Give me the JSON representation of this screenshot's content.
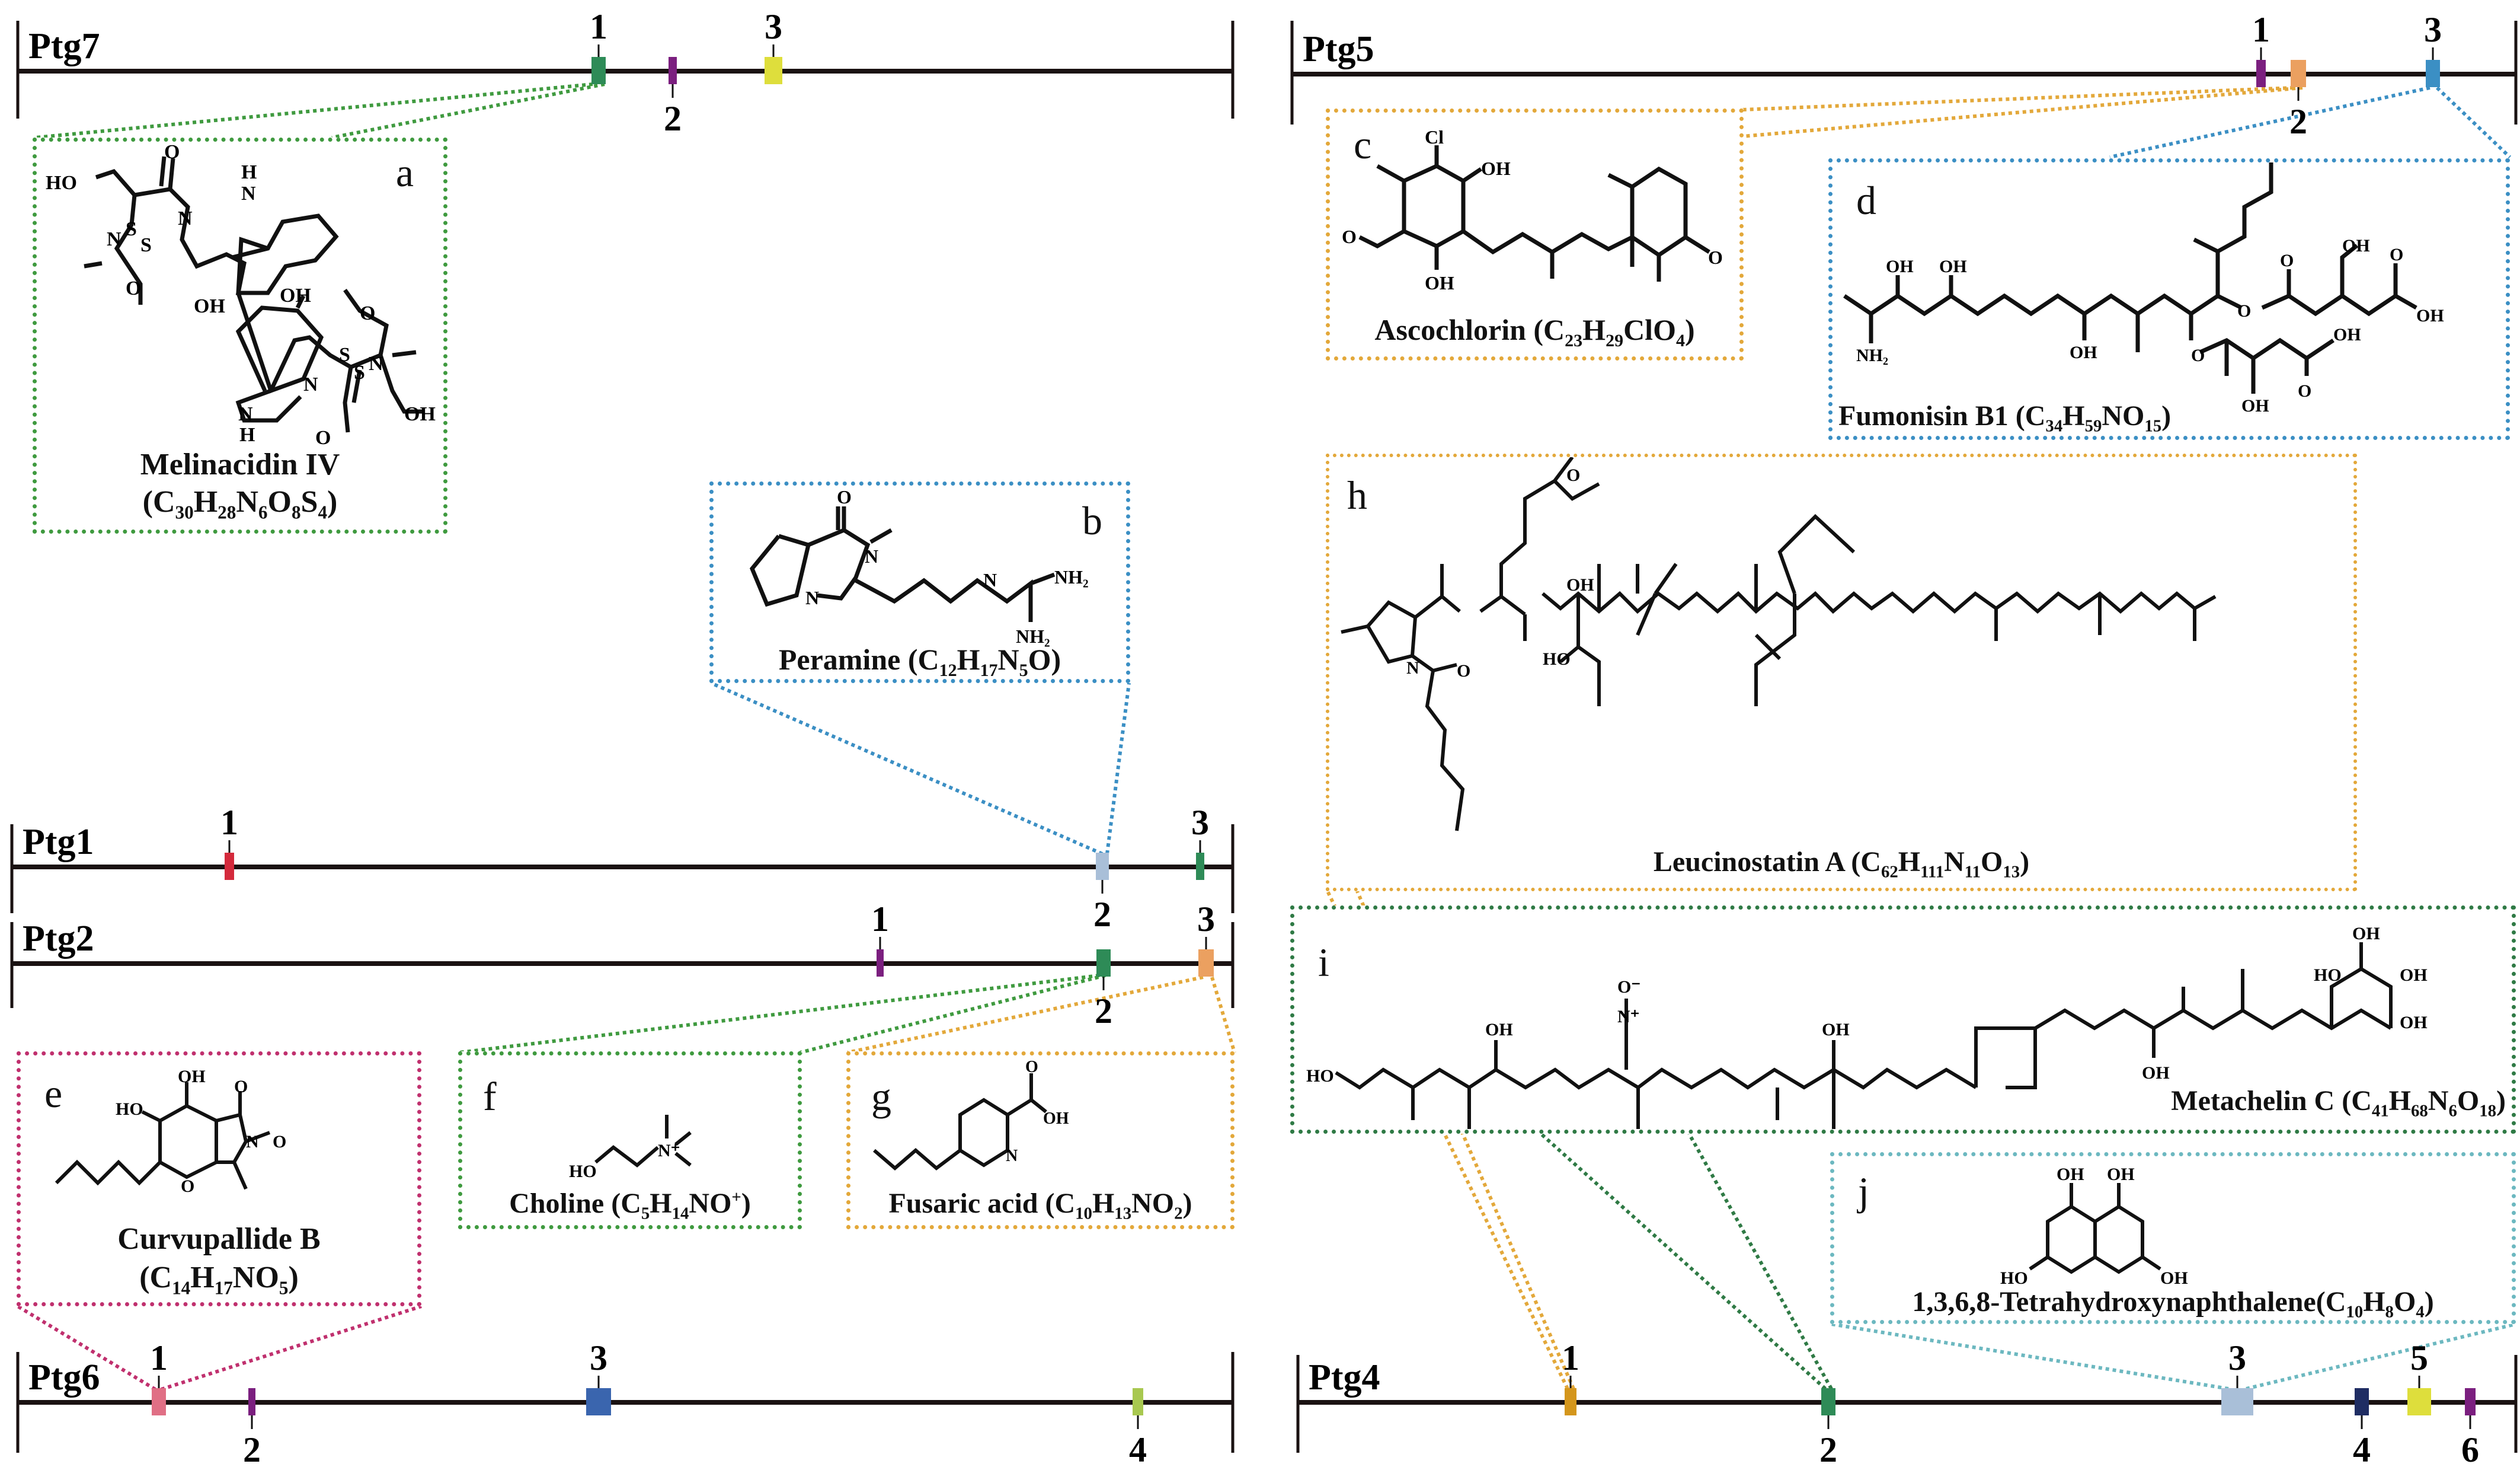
{
  "colors": {
    "green": "#2e8b57",
    "purple": "#7b1f7f",
    "yellow": "#dede3c",
    "red": "#d42a3c",
    "lightblue": "#a9bfd8",
    "orange": "#eba060",
    "pink": "#e06f85",
    "blue": "#3a65ae",
    "lime": "#a8c850",
    "amber": "#d4961c",
    "navy": "#1f2d63",
    "skyblue": "#3b8fc4",
    "teal": "#6cb8c0",
    "magenta": "#c0306e",
    "dashgreen": "#3f9a3f",
    "dashorange": "#e3a83a",
    "dashgreen_dark": "#2f7a45"
  },
  "tracks": [
    {
      "id": "ptg7",
      "label": "Ptg7",
      "genes": [
        {
          "num": "1",
          "color": "green",
          "label_pos": "top"
        },
        {
          "num": "2",
          "color": "purple",
          "label_pos": "bottom"
        },
        {
          "num": "3",
          "color": "yellow",
          "label_pos": "top"
        }
      ]
    },
    {
      "id": "ptg1",
      "label": "Ptg1",
      "genes": [
        {
          "num": "1",
          "color": "red",
          "label_pos": "top"
        },
        {
          "num": "2",
          "color": "lightblue",
          "label_pos": "bottom"
        },
        {
          "num": "3",
          "color": "green",
          "label_pos": "top"
        }
      ]
    },
    {
      "id": "ptg2",
      "label": "Ptg2",
      "genes": [
        {
          "num": "1",
          "color": "purple",
          "label_pos": "top"
        },
        {
          "num": "2",
          "color": "green",
          "label_pos": "bottom"
        },
        {
          "num": "3",
          "color": "orange",
          "label_pos": "top"
        }
      ]
    },
    {
      "id": "ptg6",
      "label": "Ptg6",
      "genes": [
        {
          "num": "1",
          "color": "pink",
          "label_pos": "top"
        },
        {
          "num": "2",
          "color": "purple",
          "label_pos": "bottom"
        },
        {
          "num": "3",
          "color": "blue",
          "label_pos": "top"
        },
        {
          "num": "4",
          "color": "lime",
          "label_pos": "bottom"
        }
      ]
    },
    {
      "id": "ptg5",
      "label": "Ptg5",
      "genes": [
        {
          "num": "1",
          "color": "purple",
          "label_pos": "top"
        },
        {
          "num": "2",
          "color": "orange",
          "label_pos": "bottom"
        },
        {
          "num": "3",
          "color": "skyblue",
          "label_pos": "top"
        }
      ]
    },
    {
      "id": "ptg4",
      "label": "Ptg4",
      "genes": [
        {
          "num": "1",
          "color": "amber",
          "label_pos": "top"
        },
        {
          "num": "2",
          "color": "green",
          "label_pos": "bottom"
        },
        {
          "num": "3",
          "color": "lightblue",
          "label_pos": "top"
        },
        {
          "num": "4",
          "color": "navy",
          "label_pos": "bottom"
        },
        {
          "num": "5",
          "color": "yellow",
          "label_pos": "top"
        },
        {
          "num": "6",
          "color": "purple",
          "label_pos": "bottom"
        }
      ]
    }
  ],
  "compounds": {
    "a": {
      "letter": "a",
      "name": "Melinacidin IV",
      "formula_html": "(C<sub>30</sub>H<sub>28</sub>N<sub>6</sub>O<sub>8</sub>S<sub>4</sub>)",
      "source": "Ptg7 gene 1"
    },
    "b": {
      "letter": "b",
      "name": "Peramine",
      "formula_html": "(C<sub>12</sub>H<sub>17</sub>N<sub>5</sub>O)",
      "source": "Ptg1 gene 2"
    },
    "c": {
      "letter": "c",
      "name": "Ascochlorin",
      "formula_html": "(C<sub>23</sub>H<sub>29</sub>ClO<sub>4</sub>)",
      "source": "Ptg5 gene 2"
    },
    "d": {
      "letter": "d",
      "name": "Fumonisin B1",
      "formula_html": "(C<sub>34</sub>H<sub>59</sub>NO<sub>15</sub>)",
      "source": "Ptg5 gene 3"
    },
    "e": {
      "letter": "e",
      "name": "Curvupallide B",
      "formula_html": "(C<sub>14</sub>H<sub>17</sub>NO<sub>5</sub>)",
      "source": "Ptg6 gene 1"
    },
    "f": {
      "letter": "f",
      "name": "Choline",
      "formula_html": "(C<sub>5</sub>H<sub>14</sub>NO<sup>+</sup>)",
      "source": "Ptg2 gene 2"
    },
    "g": {
      "letter": "g",
      "name": "Fusaric acid",
      "formula_html": "(C<sub>10</sub>H<sub>13</sub>NO<sub>2</sub>)",
      "source": "Ptg2 gene 3"
    },
    "h": {
      "letter": "h",
      "name": "Leucinostatin A",
      "formula_html": "(C<sub>62</sub>H<sub>111</sub>N<sub>11</sub>O<sub>13</sub>)",
      "source": "Ptg4 gene 1"
    },
    "i": {
      "letter": "i",
      "name": "Metachelin C",
      "formula_html": "(C<sub>41</sub>H<sub>68</sub>N<sub>6</sub>O<sub>18</sub>)",
      "source": "Ptg4 gene 2"
    },
    "j": {
      "letter": "j",
      "name": "1,3,6,8-Tetrahydroxynaphthalene",
      "formula_html": "(C<sub>10</sub>H<sub>8</sub>O<sub>4</sub>)",
      "source": "Ptg4 gene 3"
    }
  },
  "atoms": {
    "OH": "OH",
    "HO": "HO",
    "O": "O",
    "N": "N",
    "NH2": "NH₂",
    "Cl": "Cl",
    "H": "H",
    "S": "S",
    "Nplus": "N⁺",
    "Ominus": "O⁻"
  }
}
